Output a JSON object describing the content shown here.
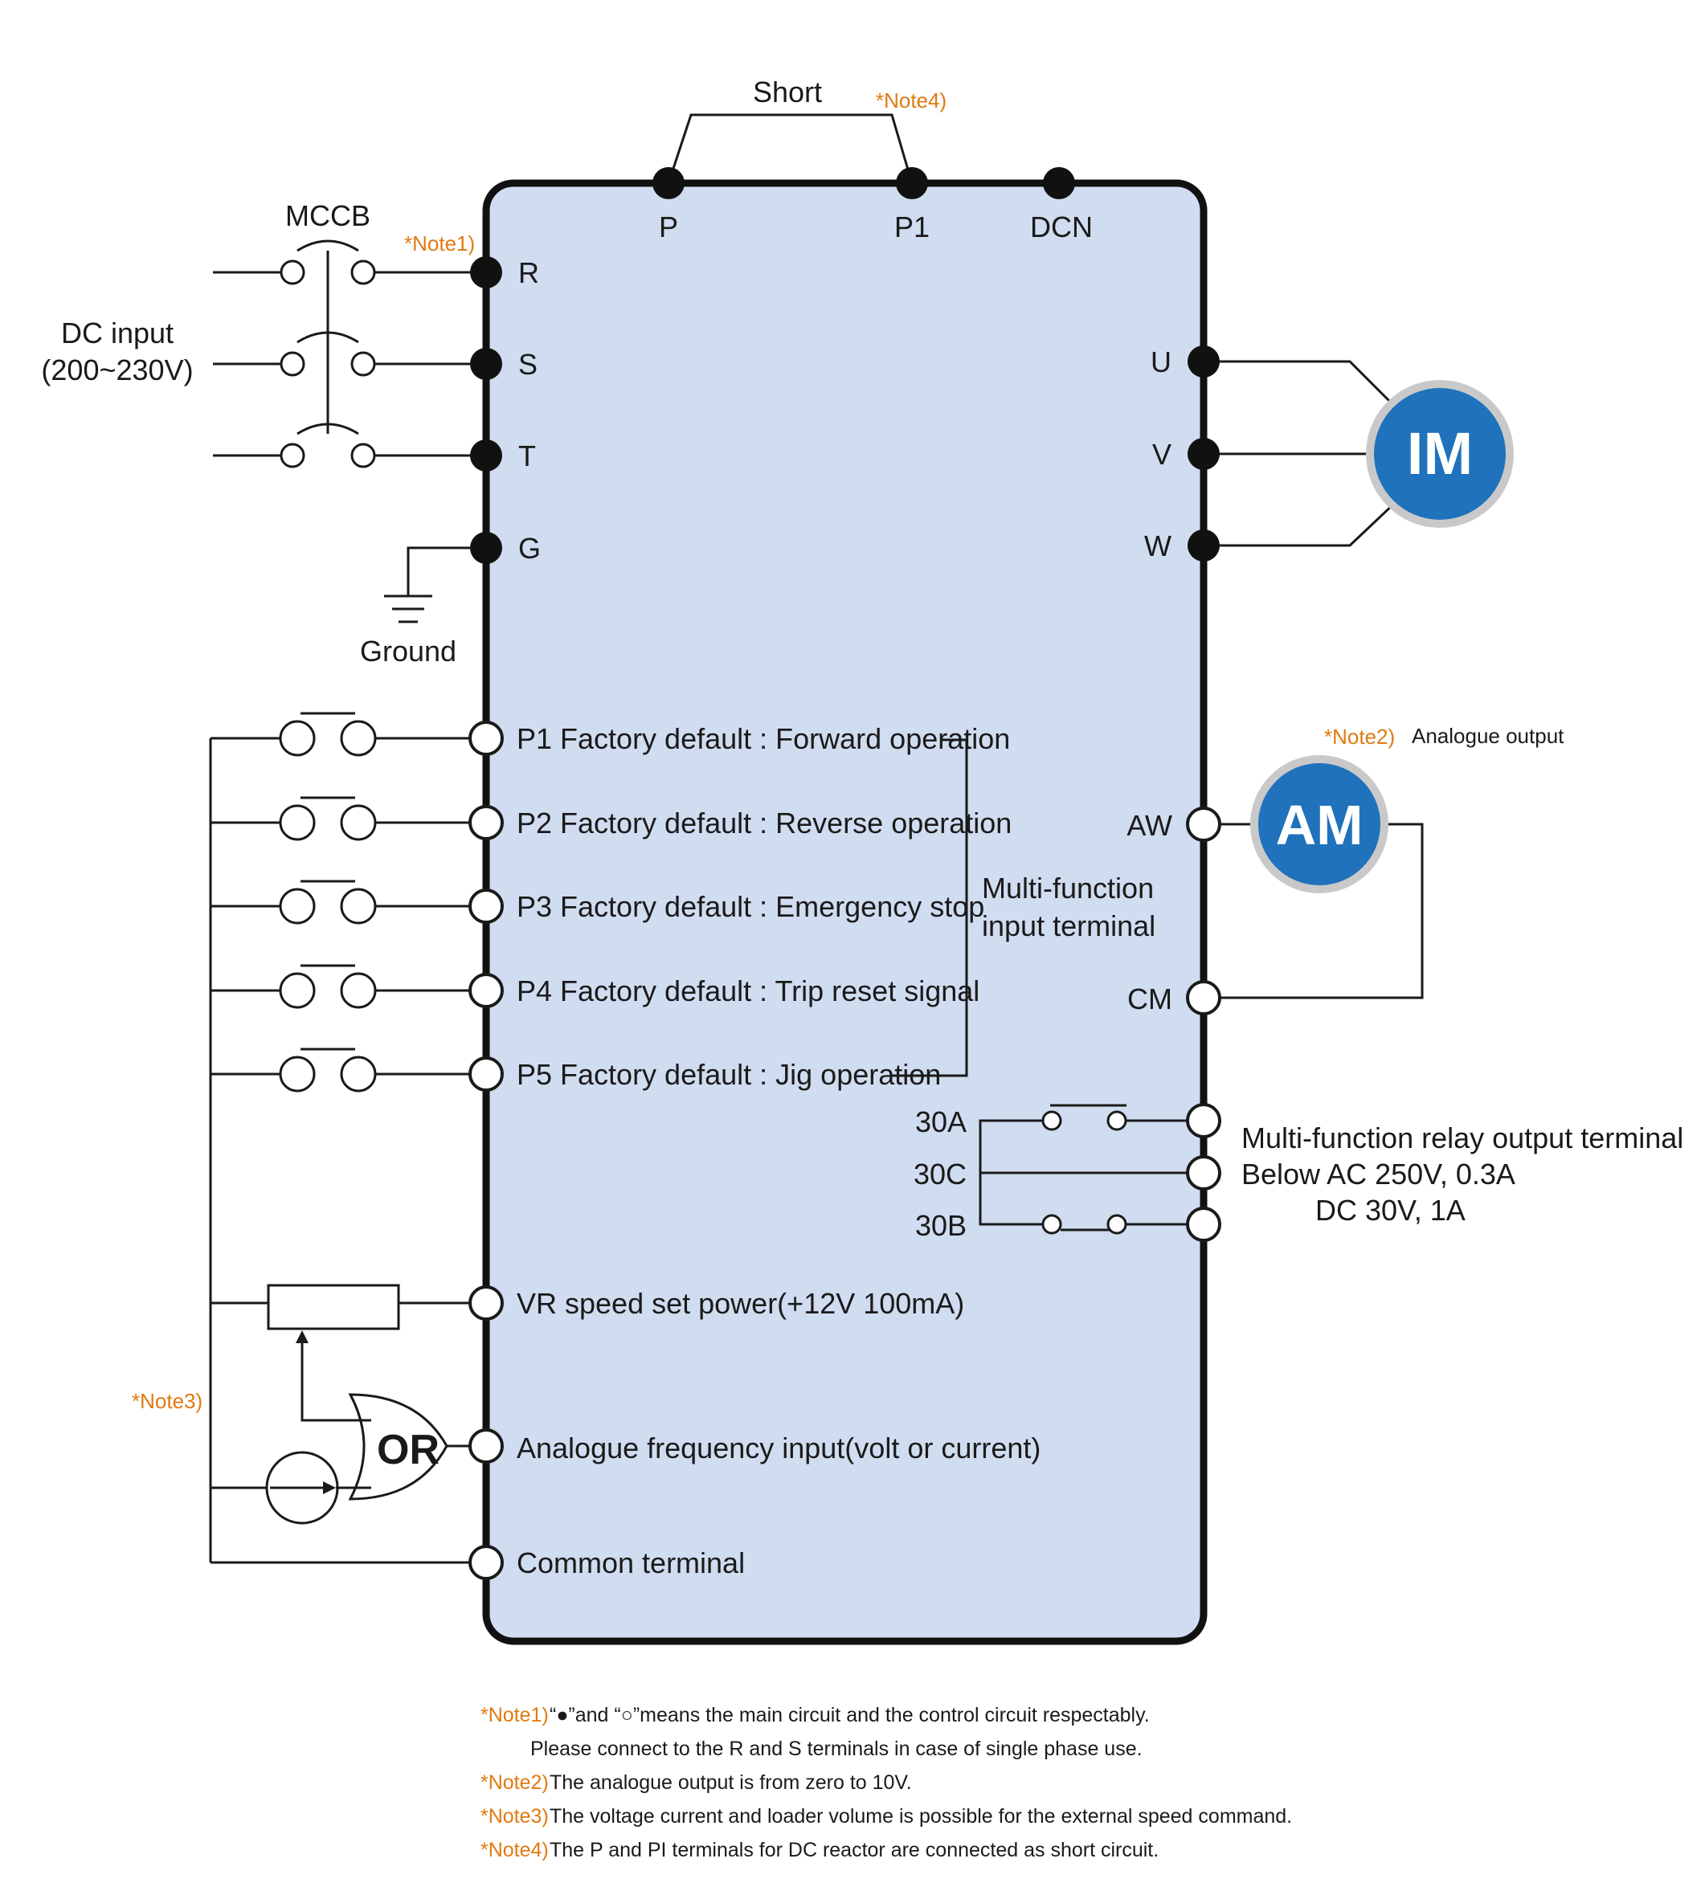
{
  "top": {
    "short_label": "Short",
    "note4_tag": "*Note4)",
    "terminals": [
      "P",
      "P1",
      "DCN"
    ]
  },
  "input": {
    "mccb_label": "MCCB",
    "note1_tag": "*Note1)",
    "dc_input_label": "DC input",
    "dc_input_range": "(200~230V)",
    "ground_label": "Ground",
    "main_terminals": [
      "R",
      "S",
      "T",
      "G"
    ]
  },
  "output": {
    "terminals": [
      "U",
      "V",
      "W"
    ],
    "motor_label": "IM"
  },
  "multi_inputs": [
    {
      "label": "P1 Factory default : Forward operation"
    },
    {
      "label": "P2 Factory default : Reverse operation"
    },
    {
      "label": "P3 Factory default : Emergency stop"
    },
    {
      "label": "P4 Factory default : Trip reset signal"
    },
    {
      "label": "P5 Factory default : Jig operation"
    }
  ],
  "multi_input_group": {
    "line1": "Multi-function",
    "line2": "input terminal"
  },
  "analogue_output": {
    "note2_tag": "*Note2)",
    "title": "Analogue output",
    "meter_label": "AM",
    "terminals": [
      "AW",
      "CM"
    ]
  },
  "relay": {
    "terminals": [
      "30A",
      "30C",
      "30B"
    ],
    "line1": "Multi-function relay output terminal",
    "line2": "Below AC 250V, 0.3A",
    "line3": "DC 30V, 1A"
  },
  "analog_inputs": {
    "note3_tag": "*Note3)",
    "or_label": "OR",
    "vr_label": "VR speed set power(+12V 100mA)",
    "freq_label": "Analogue frequency input(volt or current)",
    "common_label": "Common terminal"
  },
  "notes": {
    "n1_tag": "*Note1)",
    "n1_text": "“●”and “○”means the main circuit and the control circuit respectably.",
    "n1_text2": "Please connect to the R and S terminals in case of single phase use.",
    "n2_tag": "*Note2)",
    "n2_text": "The analogue output is from zero to 10V.",
    "n3_tag": "*Note3)",
    "n3_text": "The voltage current and loader volume is possible for the external speed command.",
    "n4_tag": "*Note4)",
    "n4_text": "The P and PI terminals for DC reactor are connected as short circuit."
  },
  "colors": {
    "panel_fill": "#d0dcf0",
    "panel_stroke": "#111111",
    "motor_blue": "#1f72bb",
    "note_orange": "#e07a10"
  }
}
